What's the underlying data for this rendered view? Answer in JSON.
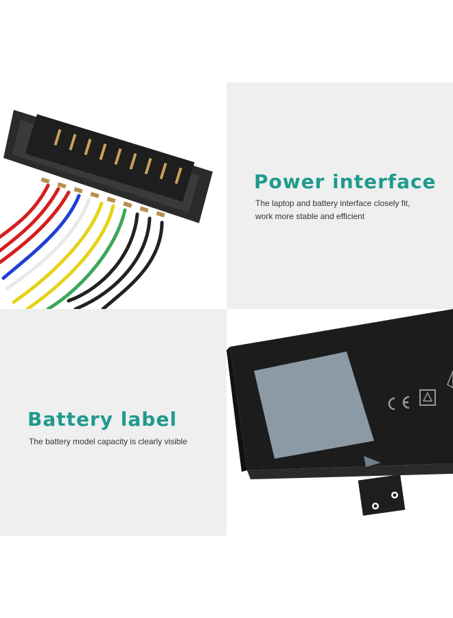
{
  "sections": [
    {
      "heading": "Power interface",
      "description_line1": "The laptop and battery interface closely fit,",
      "description_line2": "work more stable and efficient"
    },
    {
      "heading": "Battery label",
      "description_line1": "The battery model capacity is clearly visible"
    }
  ],
  "colors": {
    "heading": "#1f9a8e",
    "panel_gray": "#efefef",
    "body_text": "#333333"
  },
  "icons": [
    "ce-mark-icon",
    "recycle-mark-icon",
    "triangle-arrow-icon"
  ]
}
